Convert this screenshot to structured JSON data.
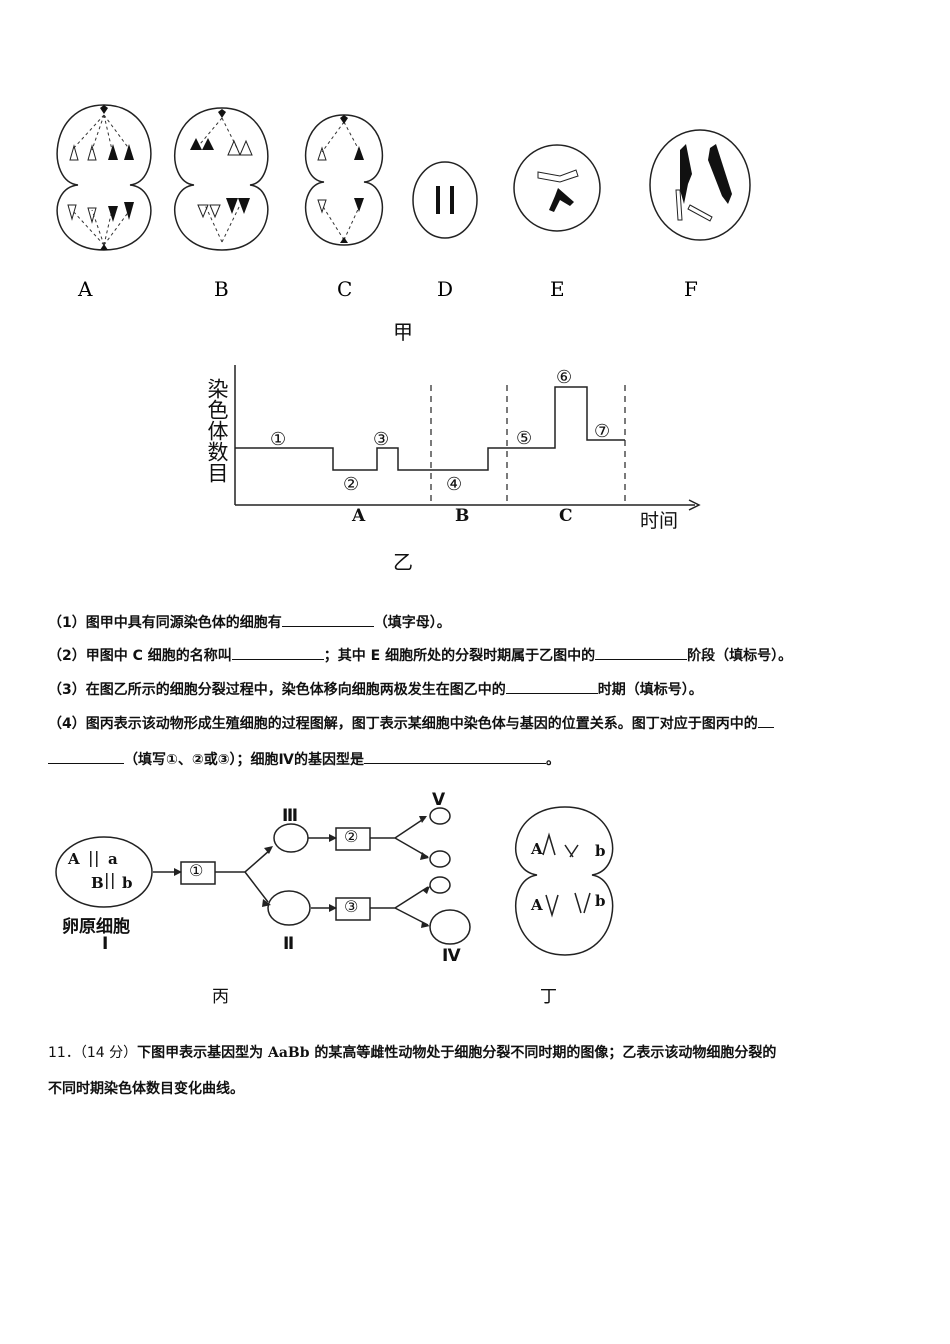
{
  "figure_jia": {
    "cell_labels": [
      "A",
      "B",
      "C",
      "D",
      "E",
      "F"
    ],
    "caption": "甲"
  },
  "figure_yi": {
    "ylabel": "染色体数目",
    "xlabel": "时间",
    "stage_markers": [
      "①",
      "②",
      "③",
      "④",
      "⑤",
      "⑥",
      "⑦"
    ],
    "phases": [
      "A",
      "B",
      "C"
    ],
    "caption": "乙"
  },
  "questions": {
    "q1": {
      "prefix": "（1）图甲中具有同源染色体的细胞有",
      "suffix": "（填字母）。"
    },
    "q2": {
      "prefix": "（2）甲图中 C 细胞的名称叫",
      "middle": "；其中 E 细胞所处的分裂时期属于乙图中的",
      "suffix": "阶段（填标号）。"
    },
    "q3": {
      "prefix": "（3）在图乙所示的细胞分裂过程中，染色体移向细胞两极发生在图乙中的",
      "suffix": "时期（填标号）。"
    },
    "q4": {
      "line1": "（4）图丙表示该动物形成生殖细胞的过程图解，图丁表示某细胞中染色体与基因的位置关系。图丁对应于图丙中的",
      "line2_mid": "（填写①、②或③）；细胞Ⅳ的基因型是",
      "line2_end": "。"
    }
  },
  "figure_bing": {
    "genes": [
      "A",
      "a",
      "B",
      "b"
    ],
    "cell_name": "卵原细胞",
    "cell_I": "Ⅰ",
    "steps": [
      "①",
      "②",
      "③"
    ],
    "cells": [
      "Ⅱ",
      "Ⅲ",
      "Ⅳ",
      "Ⅴ"
    ],
    "caption": "丙"
  },
  "figure_ding": {
    "genes": [
      "A",
      "b",
      "A",
      "b"
    ],
    "caption": "丁"
  },
  "problem11": {
    "number": "11．（14 分）",
    "line1_prefix": "下图甲表示基因型为 ",
    "genotype": "AaBb",
    "line1_suffix": " 的某高等雌性动物处于细胞分裂不同时期的图像；乙表示该动物细胞分裂的",
    "line2": "不同时期染色体数目变化曲线。"
  }
}
